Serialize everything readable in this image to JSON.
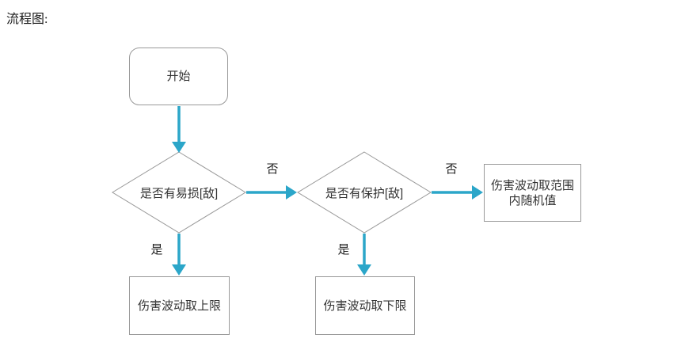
{
  "title": "流程图:",
  "flowchart": {
    "nodes": {
      "start": {
        "label": "开始"
      },
      "decision_vulnerable": {
        "label": "是否有易损[敌]"
      },
      "decision_protected": {
        "label": "是否有保护[敌]"
      },
      "result_upper_limit": {
        "label": "伤害波动取上限"
      },
      "result_lower_limit": {
        "label": "伤害波动取下限"
      },
      "result_random": {
        "label": "伤害波动取范围内随机值"
      }
    },
    "edge_labels": {
      "vulnerable_no": "否",
      "vulnerable_yes": "是",
      "protected_no": "否",
      "protected_yes": "是"
    },
    "colors": {
      "arrow": "#2ba6c9",
      "shape_border": "#999999",
      "text": "#333333"
    }
  }
}
